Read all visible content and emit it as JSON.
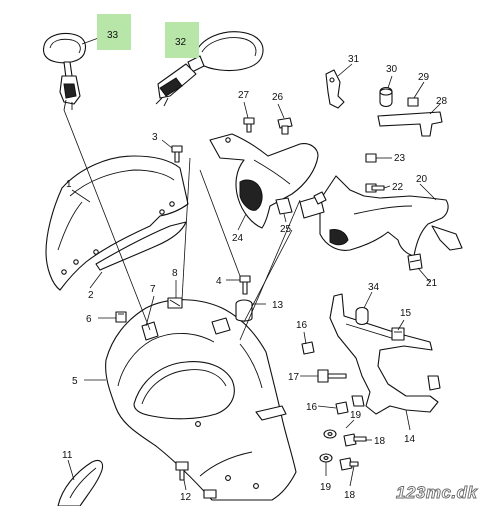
{
  "callouts": {
    "c1": "1",
    "c2": "2",
    "c3": "3",
    "c4": "4",
    "c5": "5",
    "c6": "6",
    "c7": "7",
    "c8": "8",
    "c11": "11",
    "c12": "12",
    "c13": "13",
    "c14": "14",
    "c15": "15",
    "c16a": "16",
    "c16b": "16",
    "c17": "17",
    "c18a": "18",
    "c18b": "18",
    "c19a": "19",
    "c19b": "19",
    "c20": "20",
    "c21": "21",
    "c22": "22",
    "c23": "23",
    "c24": "24",
    "c25": "25",
    "c26": "26",
    "c27": "27",
    "c28": "28",
    "c29": "29",
    "c30": "30",
    "c31": "31",
    "c32": "32",
    "c33": "33",
    "c34": "34"
  },
  "highlight_color": "#b8e6a8",
  "watermark": "123mc.dk"
}
